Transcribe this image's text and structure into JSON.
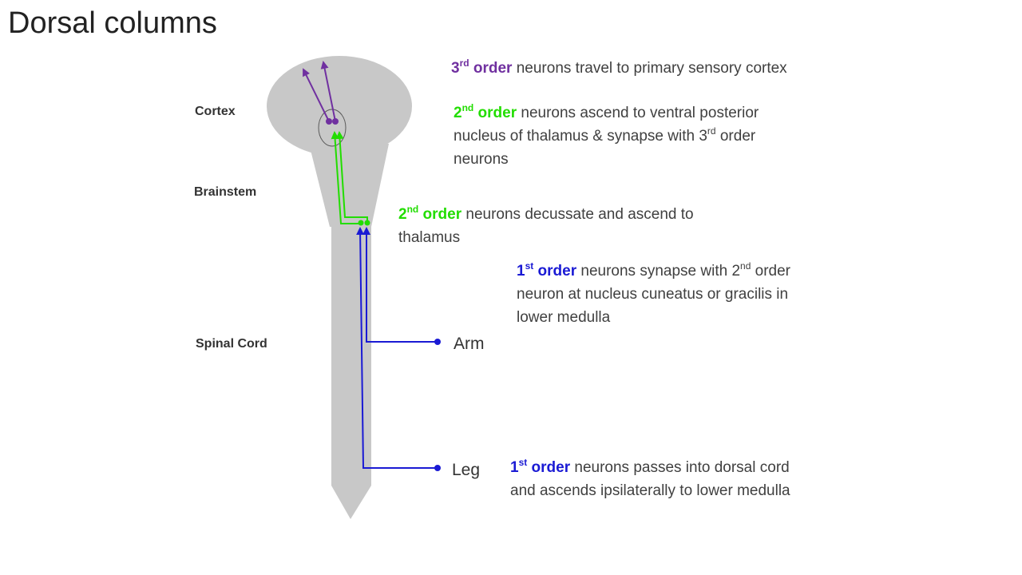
{
  "title": "Dorsal columns",
  "regions": {
    "cortex": "Cortex",
    "brainstem": "Brainstem",
    "spinal_cord": "Spinal Cord"
  },
  "limbs": {
    "arm": "Arm",
    "leg": "Leg"
  },
  "colors": {
    "tissue": "#c8c8c8",
    "third_order": "#7030a0",
    "second_order": "#22dd00",
    "first_order": "#1a1ad4"
  },
  "notes": {
    "third_order": {
      "num": "3",
      "sup": "rd",
      "label": "order",
      "text": "neurons travel to primary sensory cortex"
    },
    "second_thalamus": {
      "num": "2",
      "sup": "nd",
      "label": "order",
      "text_before": "neurons ascend to ventral posterior nucleus of thalamus & synapse with 3",
      "sup2": "rd",
      "text_after": "order neurons"
    },
    "second_decussate": {
      "num": "2",
      "sup": "nd",
      "label": "order",
      "text": "neurons decussate and ascend to thalamus"
    },
    "first_synapse": {
      "num": "1",
      "sup": "st",
      "label": "order",
      "text_before": "neurons synapse with 2",
      "sup2": "nd",
      "text_after": "order neuron at nucleus cuneatus or gracilis in lower medulla"
    },
    "first_dorsal": {
      "num": "1",
      "sup": "st",
      "label": "order",
      "text": "neurons passes into dorsal cord and ascends ipsilaterally to lower medulla"
    }
  }
}
